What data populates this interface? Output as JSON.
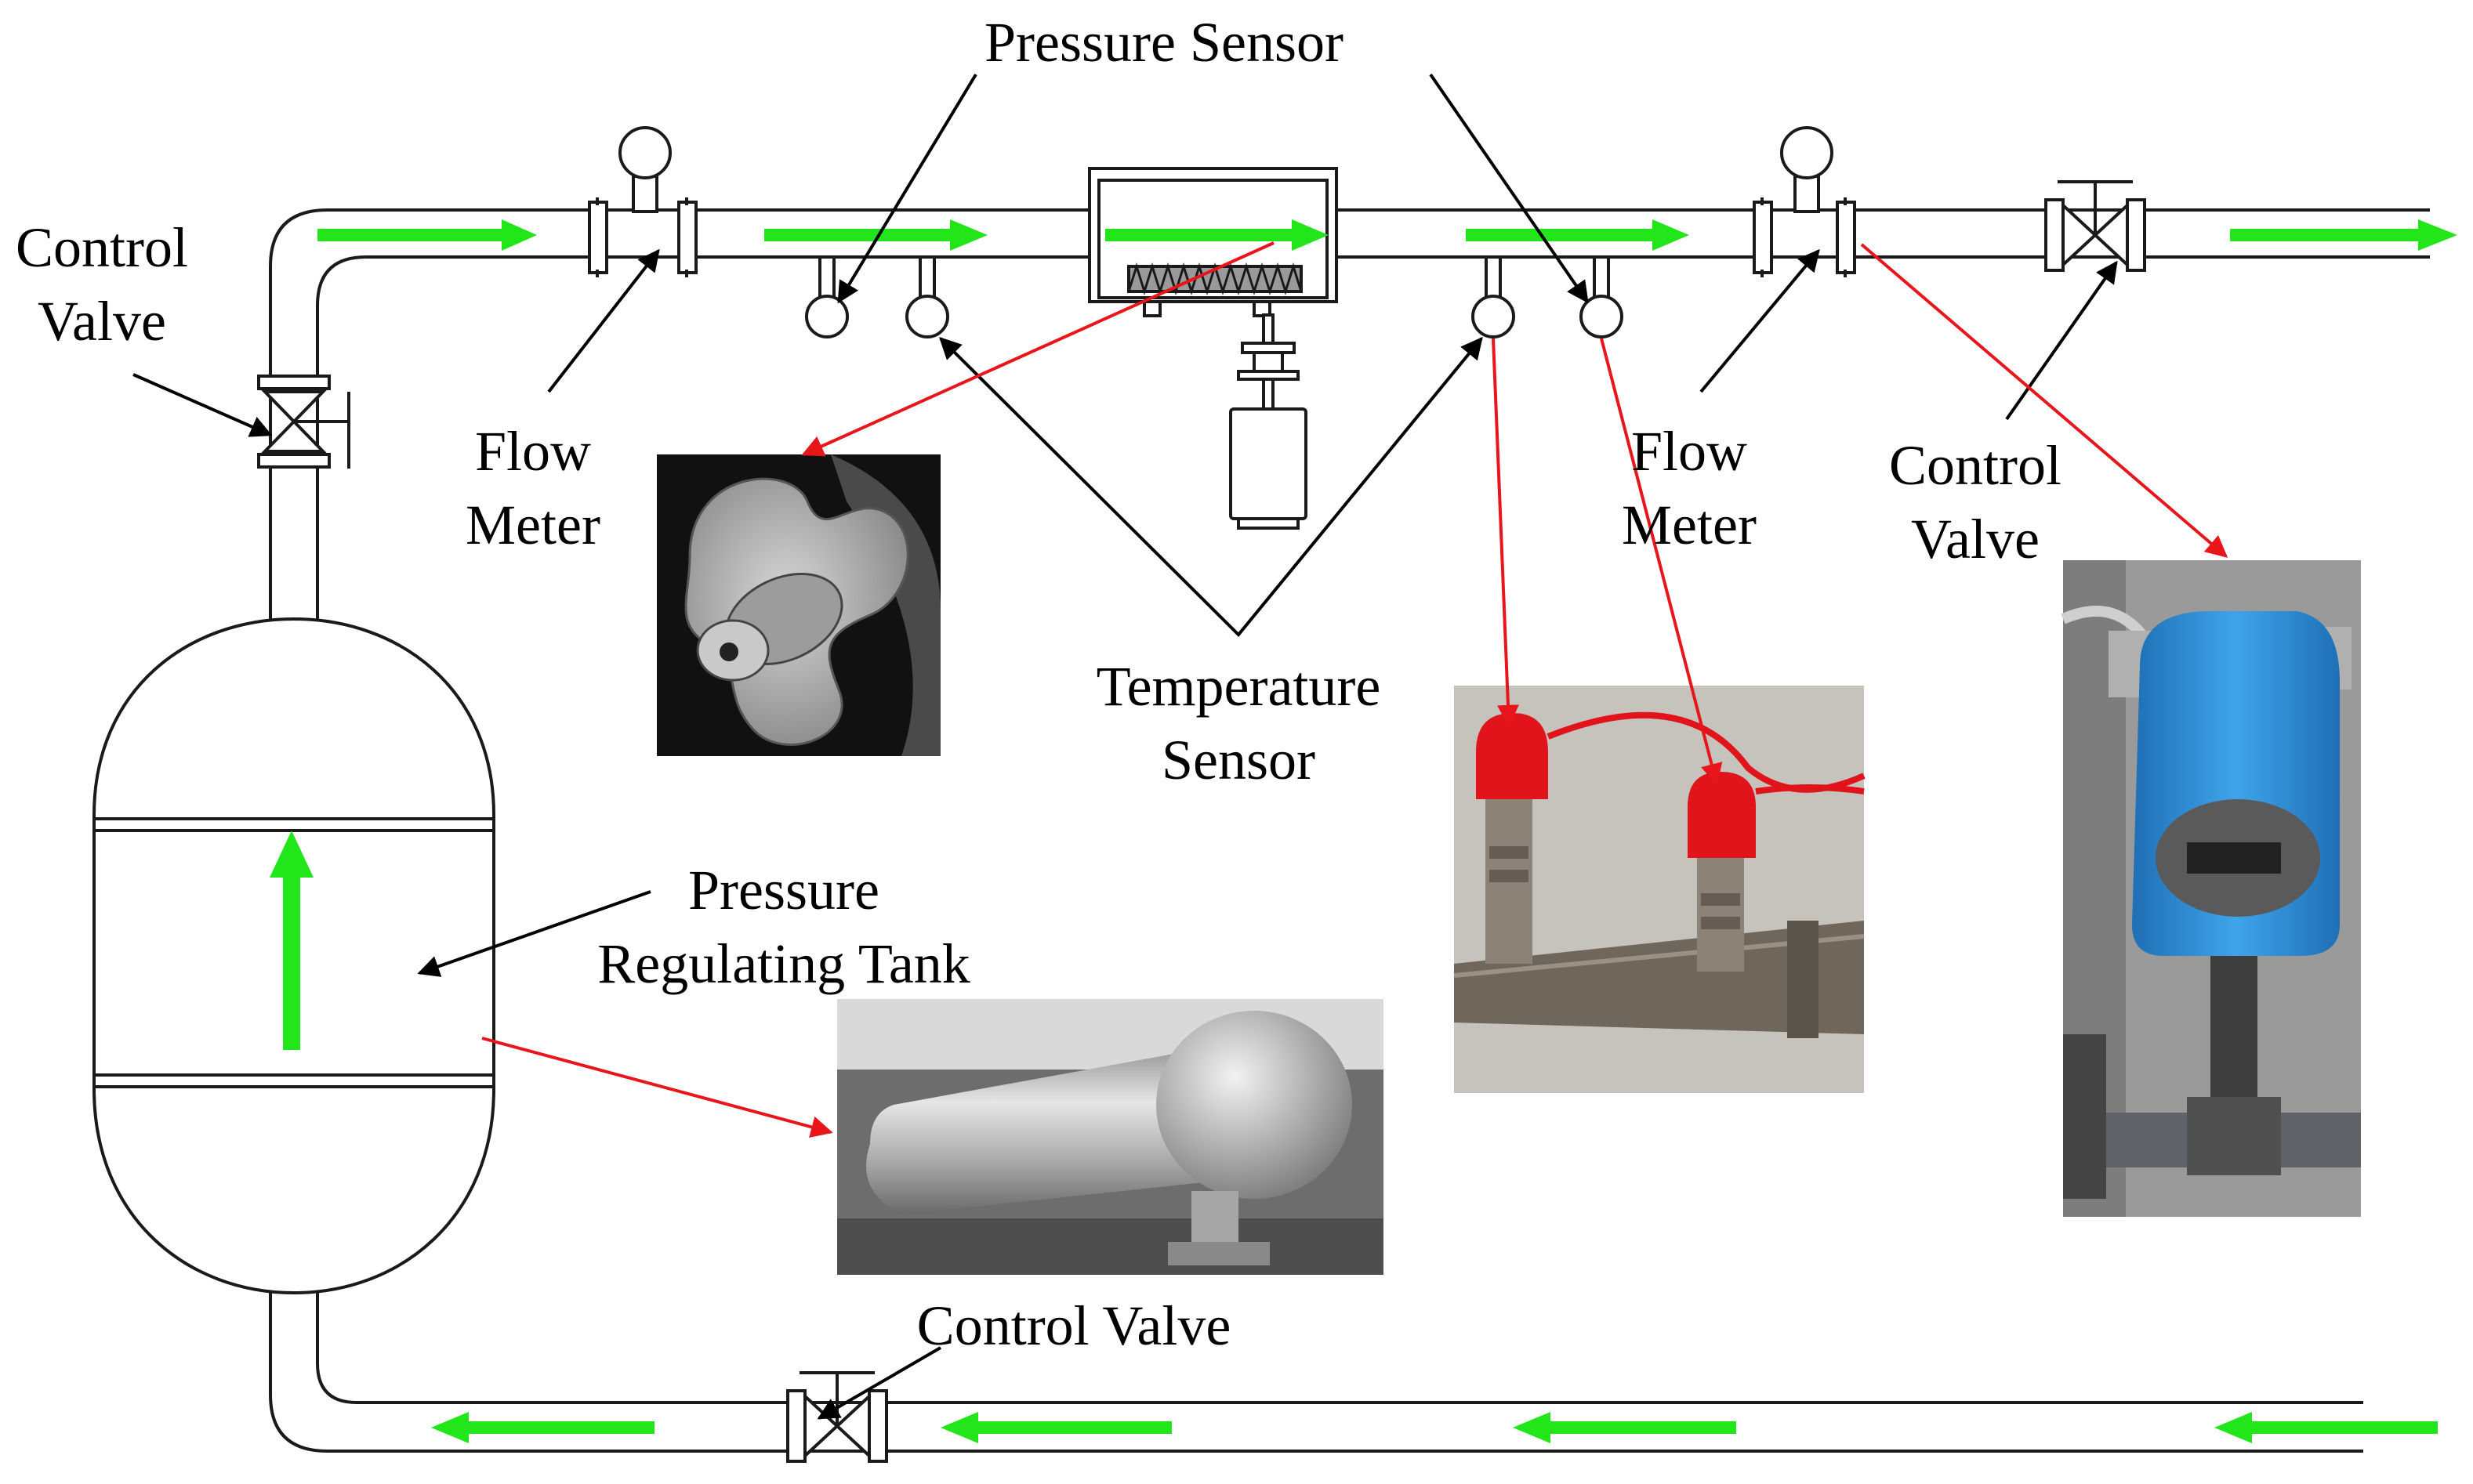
{
  "labels": {
    "pressure_sensor": "Pressure Sensor",
    "control_valve_left_1": "Control",
    "control_valve_left_2": "Valve",
    "flow_meter_left_1": "Flow",
    "flow_meter_left_2": "Meter",
    "flow_meter_right_1": "Flow",
    "flow_meter_right_2": "Meter",
    "control_valve_right_1": "Control",
    "control_valve_right_2": "Valve",
    "temperature_sensor_1": "Temperature",
    "temperature_sensor_2": "Sensor",
    "tank_1": "Pressure",
    "tank_2": "Regulating Tank",
    "control_valve_bottom": "Control Valve"
  },
  "colors": {
    "pipe": "#1a1a1a",
    "flow_arrow": "#22e51a",
    "callout_black": "#000000",
    "callout_red": "#e8161a",
    "photo_impeller_bg": "#111111",
    "photo_impeller_metal": "#b9b9b9",
    "photo_sensor_bg": "#c6c2bc",
    "photo_sensor_cap": "#e0141a",
    "photo_sensor_pipe": "#6f665c",
    "photo_tank_bg": "#6d6d6d",
    "photo_tank_metal": "#c8c8c8",
    "photo_valve_bg": "#9a9a9a",
    "photo_valve_blue": "#2f8fd6"
  },
  "flow_direction": {
    "top_pipe": "right",
    "bottom_pipe": "left",
    "tank": "up"
  },
  "photos": [
    "turbine-impeller-photo",
    "temperature-pressure-sensors-photo",
    "pressure-regulating-tank-photo",
    "control-valve-actuator-photo"
  ]
}
